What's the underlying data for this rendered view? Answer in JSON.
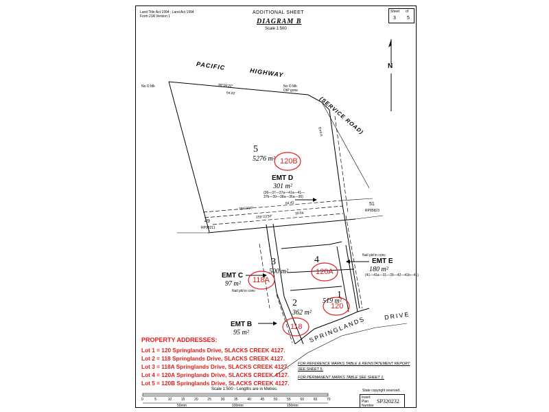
{
  "header": {
    "legislation": "Land Title Act 1994 ; Land Act 1994",
    "form": "Form 21A Version 1",
    "title": "ADDITIONAL SHEET",
    "diagram_title": "DIAGRAM B",
    "scale": "Scale 1:500",
    "sheet_label": "Sheet",
    "sheet_number": "3",
    "of_label": "of",
    "sheet_total": "5"
  },
  "roads": {
    "highway_1": "PACIFIC",
    "highway_2": "HIGHWAY",
    "service_road": "(SERVICE ROAD)",
    "drive_1": "SPRINGLANDS",
    "drive_2": "DRIVE"
  },
  "north": "N",
  "lots": [
    {
      "number": "5",
      "area": "5276 m²",
      "address_tag": "120B"
    },
    {
      "number": "4",
      "area": "",
      "address_tag": "120A"
    },
    {
      "number": "3",
      "area": "500 m²",
      "address_tag": "118A"
    },
    {
      "number": "2",
      "area": "362 m²",
      "address_tag": "118"
    },
    {
      "number": "1",
      "area": "519 m²",
      "address_tag": "120"
    }
  ],
  "easements": {
    "d_label": "EMT D",
    "d_area": "301 m²",
    "d_points_1": "(36—37—37a—41a—41—",
    "d_points_2": "37b—39—38a—36a—36)",
    "c_label": "EMT C",
    "c_area": "97 m²",
    "b_label": "EMT B",
    "b_area": "95 m²",
    "e_label": "EMT E",
    "e_area": "180 m²",
    "e_points": "(41—41a—31—39—42—41b—41)"
  },
  "neighbours": {
    "lot49": "49",
    "plan49": "RP98211",
    "lot51": "51",
    "plan51": "RP85823"
  },
  "small_labels": {
    "no_mk": "No O Mk",
    "o_gone": "OIP gone",
    "nail": "Nail pld in conc",
    "emt_a": "Emt A",
    "dist_top": "64.82",
    "bearing_top": "99°06'20\"",
    "bearing_d": "79°53'30\"",
    "dist_d": "64.43",
    "bearing_mid": "259°23'30\"",
    "dist_mid": "30.04"
  },
  "addresses": {
    "title": "PROPERTY ADDRESSES:",
    "lines": [
      "Lot 1 = 120 Springlands Drive, SLACKS CREEK 4127.",
      "Lot 2 = 118 Springlands Drive, SLACKS CREEK 4127.",
      "Lot 3 = 118A Springlands Drive, SLACKS CREEK 4127.",
      "Lot 4 = 120A Springlands Drive, SLACKS CREEK 4127.",
      "Lot 5 = 120B Springlands Drive, SLACKS CREEK 4127."
    ]
  },
  "notes": {
    "ref_1": "FOR REFERENCE MARKS TABLE & REINSTATEMENT REPORT",
    "ref_2": "SEE SHEET 5.",
    "perm": "FOR PERMANENT MARKS TABLE SEE SHEET 1.",
    "copyright": "State copyright reserved."
  },
  "scalebar": {
    "caption": "Scale 1:500 - Lengths are in Metres.",
    "ticks": [
      "0",
      "5",
      "10",
      "15",
      "20",
      "25",
      "30",
      "35",
      "40",
      "45",
      "50",
      "55",
      "60",
      "65",
      "70"
    ],
    "mm_labels": [
      "50mm",
      "100mm",
      "150mm"
    ]
  },
  "plan_box": {
    "insert_label": "Insert",
    "plan_label": "Plan",
    "number_label": "Number",
    "number": "SP320232"
  }
}
